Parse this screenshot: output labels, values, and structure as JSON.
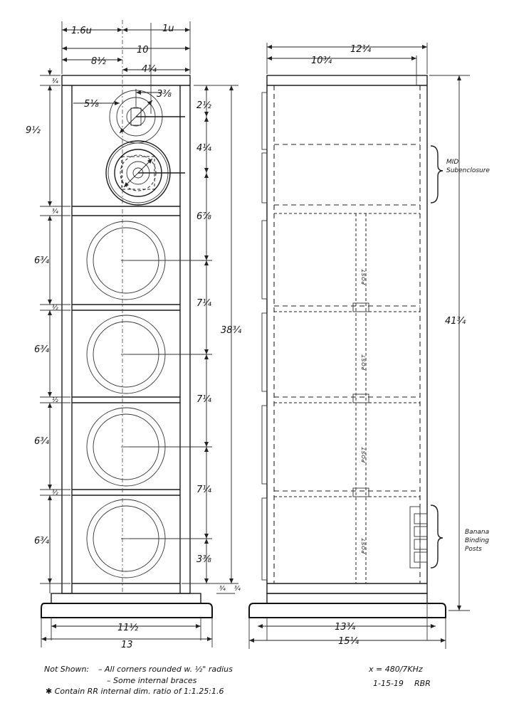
{
  "front_view": {
    "overall_width": "10",
    "top_offset": "1.6u",
    "top_right_offset": "1u",
    "tweeter_to_center": "8½",
    "half_width": "4¼",
    "woofer_diam": "5⅛",
    "tweeter_offset": "3⅜",
    "dim_top": "2½",
    "dim_tw_mid": "4¼",
    "dim_mid_w1": "6⅞",
    "dim_w1_w2": "7¼",
    "dim_w2_w3": "7¼",
    "dim_w3_w4": "7¼",
    "dim_bottom": "3⅜",
    "total_height": "38¾",
    "left_mid_height": "9½",
    "left_panel": "6¾",
    "thick_34": "¾",
    "thick_12": "½",
    "base_inner": "11½",
    "base_outer": "13"
  },
  "side_view": {
    "overall_depth": "12¼",
    "inner_depth": "10¾",
    "total_height": "41¾",
    "base_inner": "13¾",
    "base_outer": "15¼",
    "post_label": "POST",
    "mid_label_1": "MID",
    "mid_label_2": "Subenclosure",
    "banana_label_1": "Banana",
    "banana_label_2": "Binding",
    "banana_label_3": "Posts",
    "thick_34": "¾"
  },
  "notes": {
    "not_shown": "Not Shown:",
    "line1": "– All corners rounded w. ½\" radius",
    "line2": "– Some internal braces",
    "line3": "✱ Contain RR internal dim. ratio of 1:1.25:1.6",
    "crossover": "x = 480/7KHz",
    "date": "1-15-19",
    "initials": "RBR"
  }
}
